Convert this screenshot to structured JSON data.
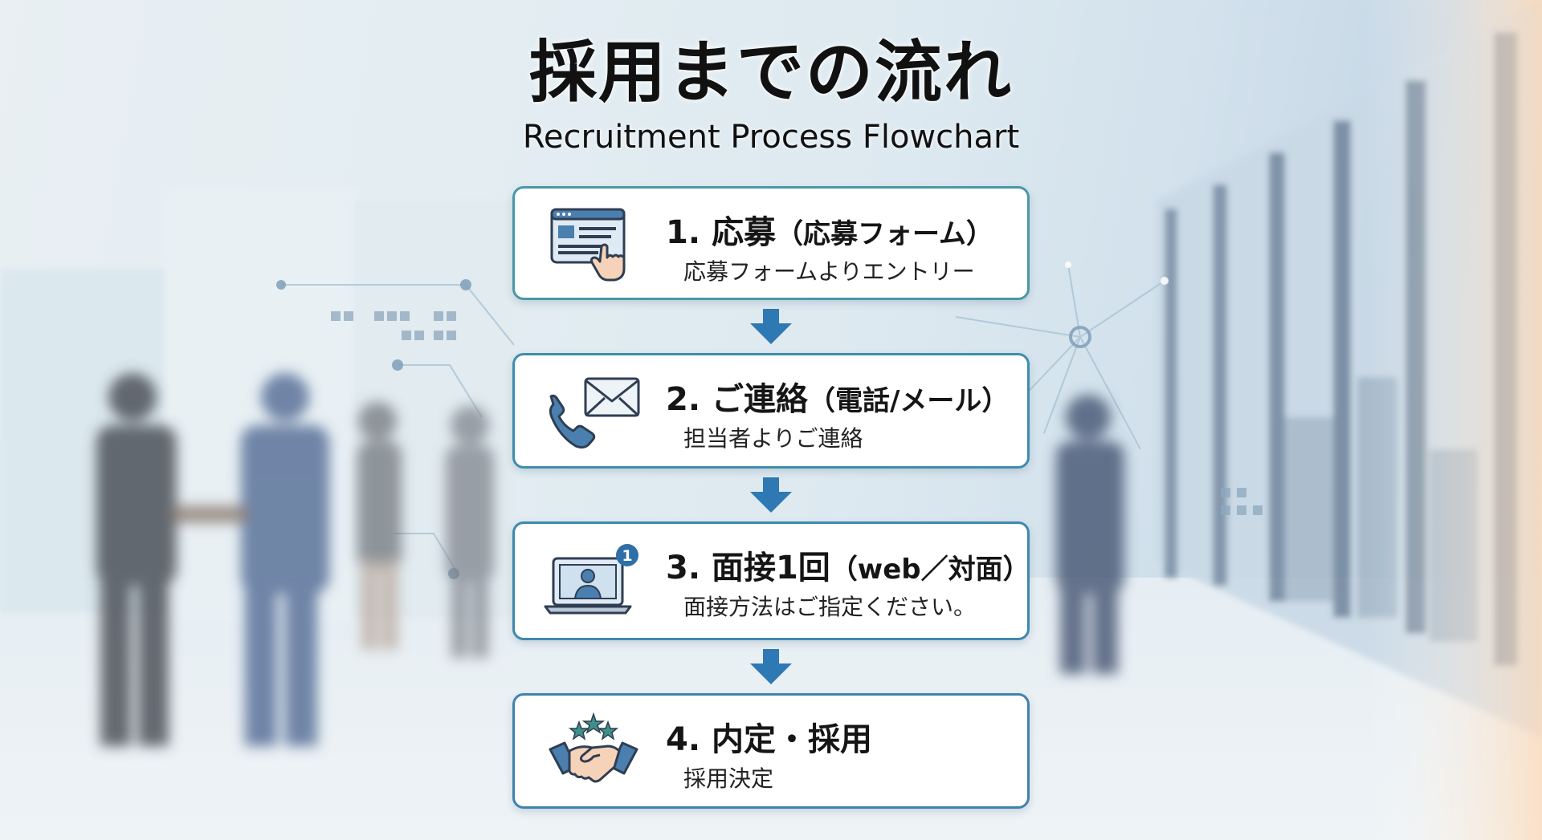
{
  "title": {
    "jp": "採用までの流れ",
    "en": "Recruitment Process Flowchart"
  },
  "steps": [
    {
      "heading": "1. 応募",
      "note": "（応募フォーム）",
      "description": "応募フォームよりエントリー",
      "icon": "web-form-click-icon"
    },
    {
      "heading": "2. ご連絡",
      "note": "（電話/メール）",
      "description": "担当者よりご連絡",
      "icon": "phone-mail-icon"
    },
    {
      "heading": "3. 面接1回",
      "note": "（web／対面）",
      "description": "面接方法はご指定ください。",
      "icon": "laptop-video-call-icon",
      "badge": "1"
    },
    {
      "heading": "4. 内定・採用",
      "note": "",
      "description": "採用決定",
      "icon": "handshake-stars-icon"
    }
  ],
  "colors": {
    "border": "#3e84ad",
    "arrow": "#2e78b4",
    "icon_blue": "#4a7fb0",
    "icon_navy": "#2f3e52",
    "badge": "#2f6fa8"
  }
}
